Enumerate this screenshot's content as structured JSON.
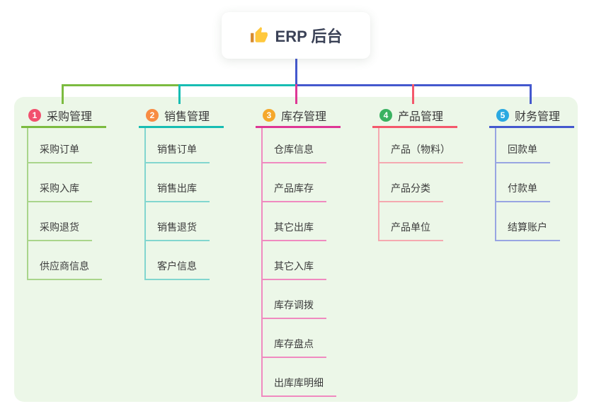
{
  "root": {
    "label": "ERP 后台",
    "icon": "thumbs-up-icon"
  },
  "connector_colors": {
    "stem": "#4458CE",
    "green": "#7CBB40",
    "teal": "#17BDB3",
    "magenta": "#DE3795",
    "red": "#F4586C",
    "blue": "#4458CE"
  },
  "panel_color": "#ECF7E8",
  "branches": [
    {
      "number": "1",
      "label": "采购管理",
      "badge_color": "#F2506E",
      "line_color": "#7CBB40",
      "light_line_color": "#A9D58B",
      "items": [
        "采购订单",
        "采购入库",
        "采购退货",
        "供应商信息"
      ]
    },
    {
      "number": "2",
      "label": "销售管理",
      "badge_color": "#F88C43",
      "line_color": "#17BDB3",
      "light_line_color": "#82D6CF",
      "items": [
        "销售订单",
        "销售出库",
        "销售退货",
        "客户信息"
      ]
    },
    {
      "number": "3",
      "label": "库存管理",
      "badge_color": "#F5A82B",
      "line_color": "#DE3795",
      "light_line_color": "#F08AC0",
      "items": [
        "仓库信息",
        "产品库存",
        "其它出库",
        "其它入库",
        "库存调拨",
        "库存盘点",
        "出库库明细"
      ]
    },
    {
      "number": "4",
      "label": "产品管理",
      "badge_color": "#3AB261",
      "line_color": "#F4586C",
      "light_line_color": "#F5A9B0",
      "items": [
        "产品（物料）",
        "产品分类",
        "产品单位"
      ]
    },
    {
      "number": "5",
      "label": "财务管理",
      "badge_color": "#2BA9E1",
      "line_color": "#4458CE",
      "light_line_color": "#98A5E2",
      "items": [
        "回款单",
        "付款单",
        "结算账户"
      ]
    }
  ]
}
